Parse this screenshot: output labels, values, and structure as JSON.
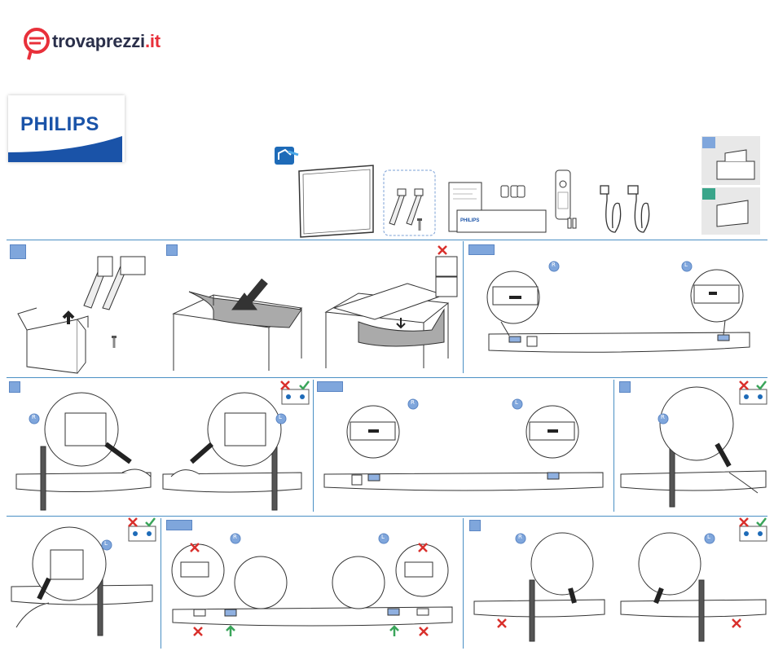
{
  "header": {
    "brand_name": "trovaprezzi",
    "brand_domain": ".it",
    "manufacturer": "PHILIPS"
  },
  "callouts": {
    "right": "R",
    "left": "L"
  },
  "colors": {
    "brand_red": "#e8303a",
    "brand_navy": "#2a2f4a",
    "philips_blue": "#1a53a8",
    "step_blue": "#7fa6dc",
    "rule_blue": "#4a8fc4",
    "ok_green": "#3aa55a",
    "no_red": "#d9302c"
  }
}
